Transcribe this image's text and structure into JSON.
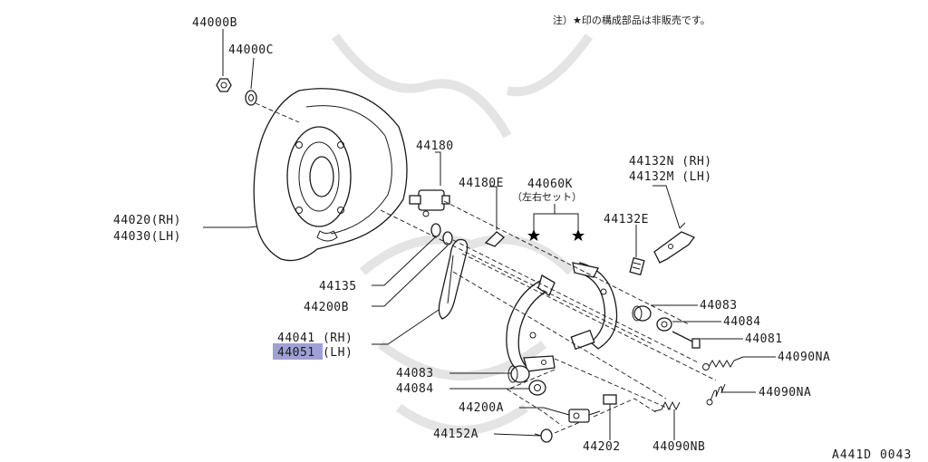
{
  "note": "注）★印の構成部品は非販売です。",
  "diagram_code": "A441D 0043",
  "highlight_color": "#8f8fcf",
  "labels": {
    "p44000B": "44000B",
    "p44000C": "44000C",
    "p44180": "44180",
    "p44180E": "44180E",
    "p44060K": "44060K",
    "p44060K_sub": "（左右セット）",
    "p44132N": "44132N (RH)",
    "p44132M": "44132M (LH)",
    "p44132E": "44132E",
    "p44020": "44020(RH)",
    "p44030": "44030(LH)",
    "p44135": "44135",
    "p44200B": "44200B",
    "p44041": "44041 (RH)",
    "p44051": "44051 (LH)",
    "p44083_right": "44083",
    "p44084_right": "44084",
    "p44081": "44081",
    "p44090NA_upper": "44090NA",
    "p44090NA_lower": "44090NA",
    "p44083_left": "44083",
    "p44084_left": "44084",
    "p44200A": "44200A",
    "p44152A": "44152A",
    "p44202": "44202",
    "p44090NB": "44090NB"
  }
}
